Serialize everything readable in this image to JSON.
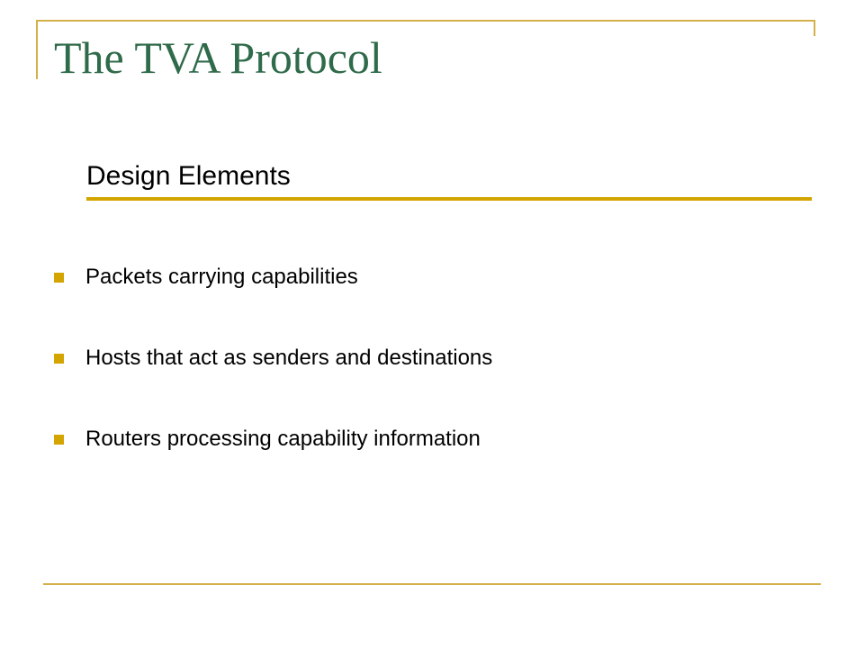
{
  "slide": {
    "title": "The TVA Protocol",
    "subtitle": "Design Elements",
    "bullets": [
      "Packets carrying capabilities",
      "Hosts that act as senders and destinations",
      "Routers processing capability information"
    ]
  },
  "colors": {
    "title": "#2f6b4a",
    "accent": "#d4a500",
    "frame": "#d4b04a",
    "text": "#000000"
  }
}
